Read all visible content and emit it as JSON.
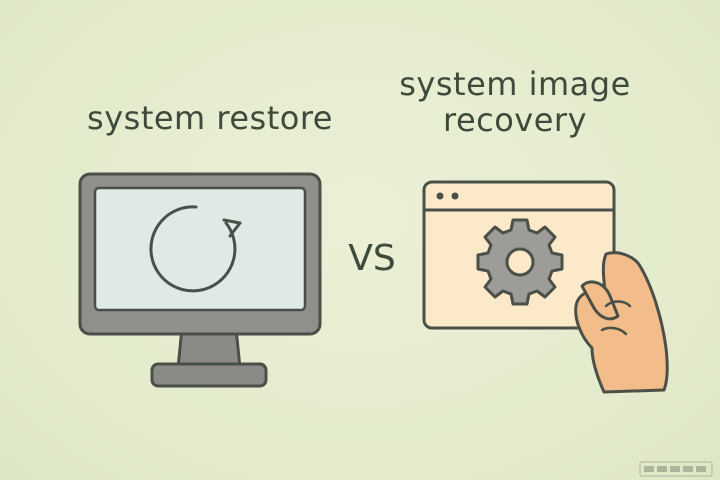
{
  "left_label": "system restore",
  "right_label_lines": [
    "system image",
    "recovery"
  ],
  "vs_text": "VS",
  "icons": {
    "left": "refresh-icon",
    "right": "gear-icon"
  },
  "colors": {
    "background": "#e6eccf",
    "text": "#3e4a3c",
    "outline": "#4a4f47",
    "monitor_frame": "#8d8d8a",
    "monitor_screen": "#dfe9e6",
    "window_fill": "#fbe9c9",
    "gear_fill": "#9d9c98",
    "hand_fill": "#f2bd8a"
  }
}
